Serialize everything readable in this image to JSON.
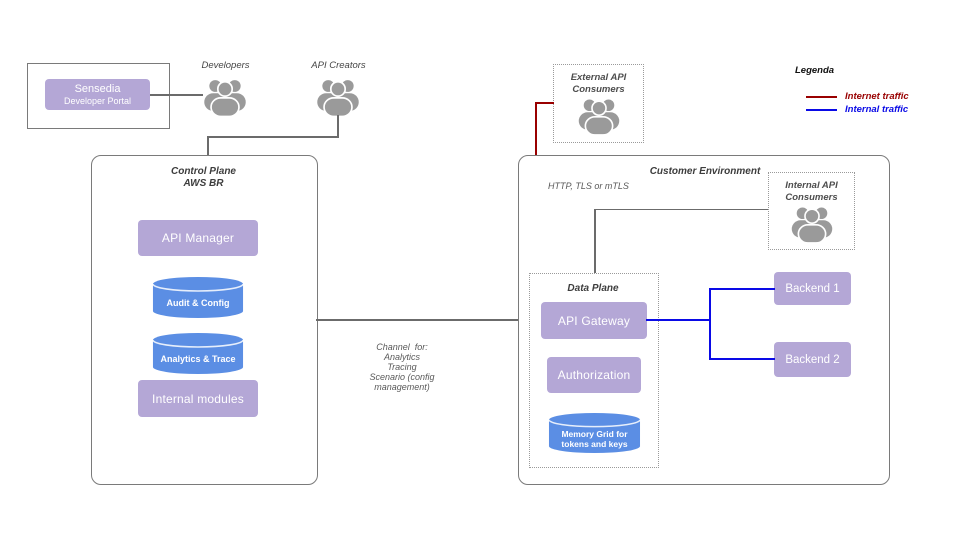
{
  "portal": {
    "name": "Sensedia",
    "subtitle": "Developer Portal"
  },
  "actors": {
    "developers": "Developers",
    "api_creators": "API Creators"
  },
  "control_plane": {
    "title": [
      "Control Plane",
      "AWS BR"
    ],
    "api_manager": "API Manager",
    "audit_config": "Audit & Config",
    "analytics_trace": "Analytics & Trace",
    "internal_modules": "Internal modules"
  },
  "channel_note": [
    "Channel  for:",
    "Analytics",
    "Tracing",
    "Scenario (config",
    "management)"
  ],
  "external_api_consumers": [
    "External API",
    "Consumers"
  ],
  "customer_environment": {
    "title": "Customer Environment",
    "protocol_note": "HTTP, TLS or mTLS",
    "internal_api_consumers": [
      "Internal API",
      "Consumers"
    ],
    "data_plane": {
      "title": "Data Plane",
      "api_gateway": "API Gateway",
      "authorization": "Authorization",
      "memory_grid": [
        "Memory Grid for",
        "tokens and keys"
      ]
    },
    "backends": [
      "Backend 1",
      "Backend 2"
    ]
  },
  "legend": {
    "title": "Legenda",
    "items": [
      {
        "label": "Internet traffic",
        "color": "#990000"
      },
      {
        "label": "Internal traffic",
        "color": "#0a0ae6"
      }
    ]
  },
  "colors": {
    "purple_node": "#b4a7d6",
    "cylinder_blue": "#5b8ee4",
    "internet_red": "#990000",
    "internal_blue": "#0a0ae6",
    "connector_gray": "#6b6b6b"
  }
}
